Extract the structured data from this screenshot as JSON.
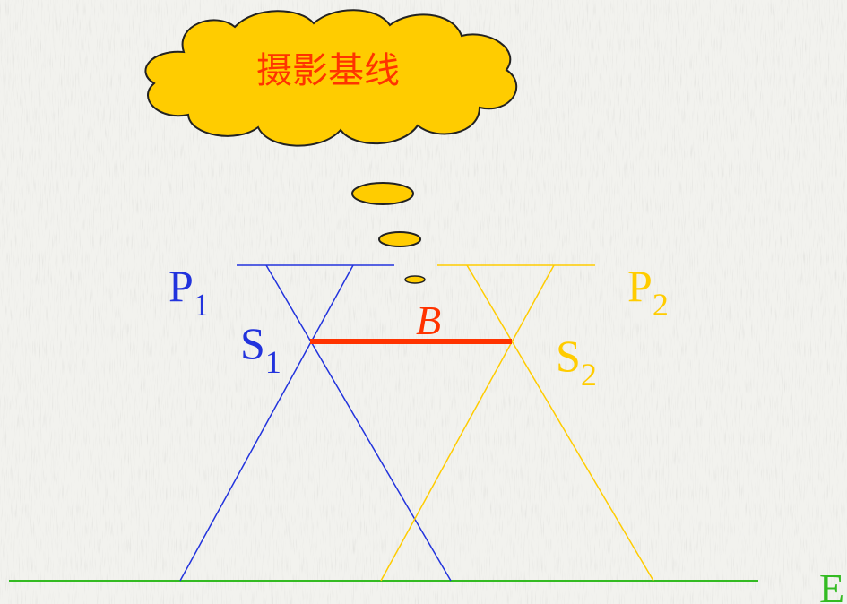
{
  "bubble": {
    "text": "摄影基线",
    "fill": "#ffcc00",
    "text_color": "#ff3300"
  },
  "camera1": {
    "label": "P",
    "subscript": "1",
    "station_label": "S",
    "station_subscript": "1",
    "color": "#2233dd"
  },
  "camera2": {
    "label": "P",
    "subscript": "2",
    "station_label": "S",
    "station_subscript": "2",
    "color": "#ffcc00"
  },
  "baseline": {
    "label": "B",
    "color": "#ff3300"
  },
  "ground": {
    "label": "E",
    "color": "#33bb22"
  }
}
